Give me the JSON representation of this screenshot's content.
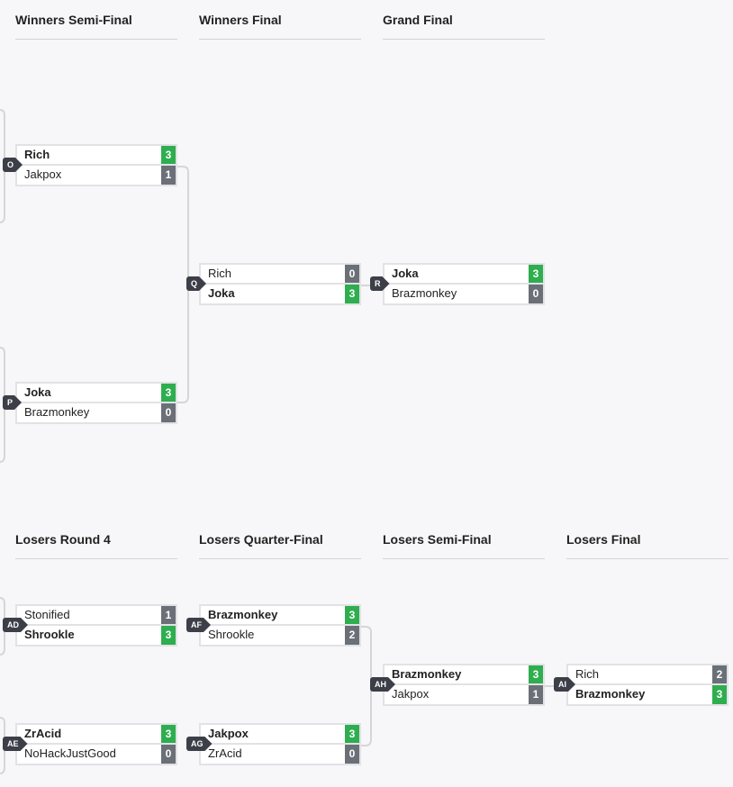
{
  "winners": {
    "headers": [
      "Winners Semi-Final",
      "Winners Final",
      "Grand Final"
    ],
    "matches": {
      "O": {
        "badge": "O",
        "p1": {
          "name": "Rich",
          "score": "3"
        },
        "p2": {
          "name": "Jakpox",
          "score": "1"
        },
        "winner": 1
      },
      "P": {
        "badge": "P",
        "p1": {
          "name": "Joka",
          "score": "3"
        },
        "p2": {
          "name": "Brazmonkey",
          "score": "0"
        },
        "winner": 1
      },
      "Q": {
        "badge": "Q",
        "p1": {
          "name": "Rich",
          "score": "0"
        },
        "p2": {
          "name": "Joka",
          "score": "3"
        },
        "winner": 2
      },
      "R": {
        "badge": "R",
        "p1": {
          "name": "Joka",
          "score": "3"
        },
        "p2": {
          "name": "Brazmonkey",
          "score": "0"
        },
        "winner": 1
      }
    }
  },
  "losers": {
    "headers": [
      "Losers Round 4",
      "Losers Quarter-Final",
      "Losers Semi-Final",
      "Losers Final"
    ],
    "matches": {
      "AD": {
        "badge": "AD",
        "p1": {
          "name": "Stonified",
          "score": "1"
        },
        "p2": {
          "name": "Shrookle",
          "score": "3"
        },
        "winner": 2
      },
      "AE": {
        "badge": "AE",
        "p1": {
          "name": "ZrAcid",
          "score": "3"
        },
        "p2": {
          "name": "NoHackJustGood",
          "score": "0"
        },
        "winner": 1
      },
      "AF": {
        "badge": "AF",
        "p1": {
          "name": "Brazmonkey",
          "score": "3"
        },
        "p2": {
          "name": "Shrookle",
          "score": "2"
        },
        "winner": 1
      },
      "AG": {
        "badge": "AG",
        "p1": {
          "name": "Jakpox",
          "score": "3"
        },
        "p2": {
          "name": "ZrAcid",
          "score": "0"
        },
        "winner": 1
      },
      "AH": {
        "badge": "AH",
        "p1": {
          "name": "Brazmonkey",
          "score": "3"
        },
        "p2": {
          "name": "Jakpox",
          "score": "1"
        },
        "winner": 1
      },
      "AI": {
        "badge": "AI",
        "p1": {
          "name": "Rich",
          "score": "2"
        },
        "p2": {
          "name": "Brazmonkey",
          "score": "3"
        },
        "winner": 2
      }
    }
  },
  "colors": {
    "win": "#2eae4f",
    "loss": "#6b6f77",
    "badge": "#3c3f48",
    "connector": "#d6d6da"
  }
}
